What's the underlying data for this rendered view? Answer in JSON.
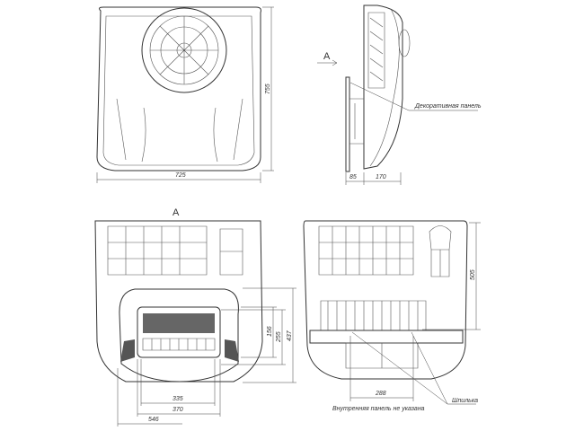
{
  "front_view": {
    "width_dim": "725",
    "height_dim": "755"
  },
  "side_view": {
    "view_marker": "A",
    "panel_label": "Декоративная панель",
    "dim_panel": "85",
    "dim_body": "170"
  },
  "view_a": {
    "title": "A",
    "dim_156": "156",
    "dim_255": "255",
    "dim_437": "437",
    "dim_335": "335",
    "dim_370": "370",
    "dim_546": "546"
  },
  "rear_view": {
    "dim_505": "505",
    "dim_288": "288",
    "note": "Внутренняя панель не указана",
    "stud_label": "Шпилька"
  }
}
